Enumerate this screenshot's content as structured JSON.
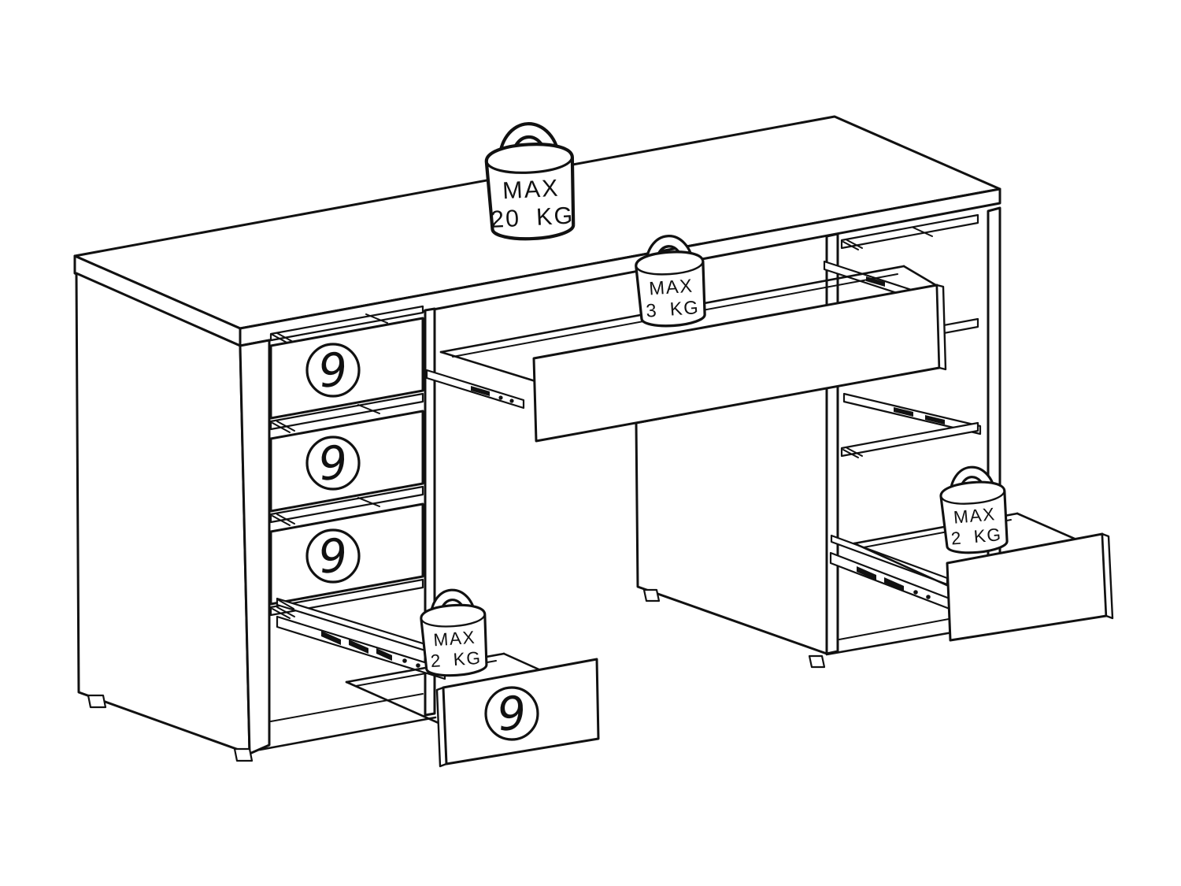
{
  "colors": {
    "line": "#111111",
    "background": "#ffffff"
  },
  "locks": {
    "desktop": {
      "line1": "MAX",
      "line2": "20 KG"
    },
    "center_drawer": {
      "line1": "MAX",
      "line2": "3 KG"
    },
    "left_drawer": {
      "line1": "MAX",
      "line2": "2 KG"
    },
    "right_drawer": {
      "line1": "MAX",
      "line2": "2 KG"
    }
  },
  "drawer_part_numbers": {
    "left_drawer_1": "9",
    "left_drawer_2": "9",
    "left_drawer_3": "9",
    "left_open_drawer": "9"
  }
}
